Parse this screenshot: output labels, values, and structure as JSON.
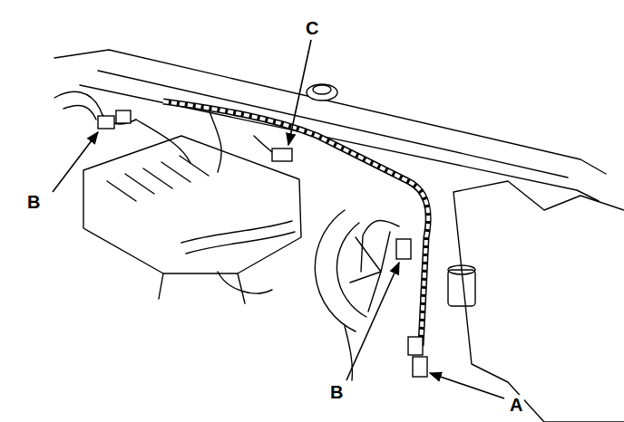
{
  "diagram": {
    "labels": [
      "C",
      "B",
      "B",
      "A"
    ]
  }
}
